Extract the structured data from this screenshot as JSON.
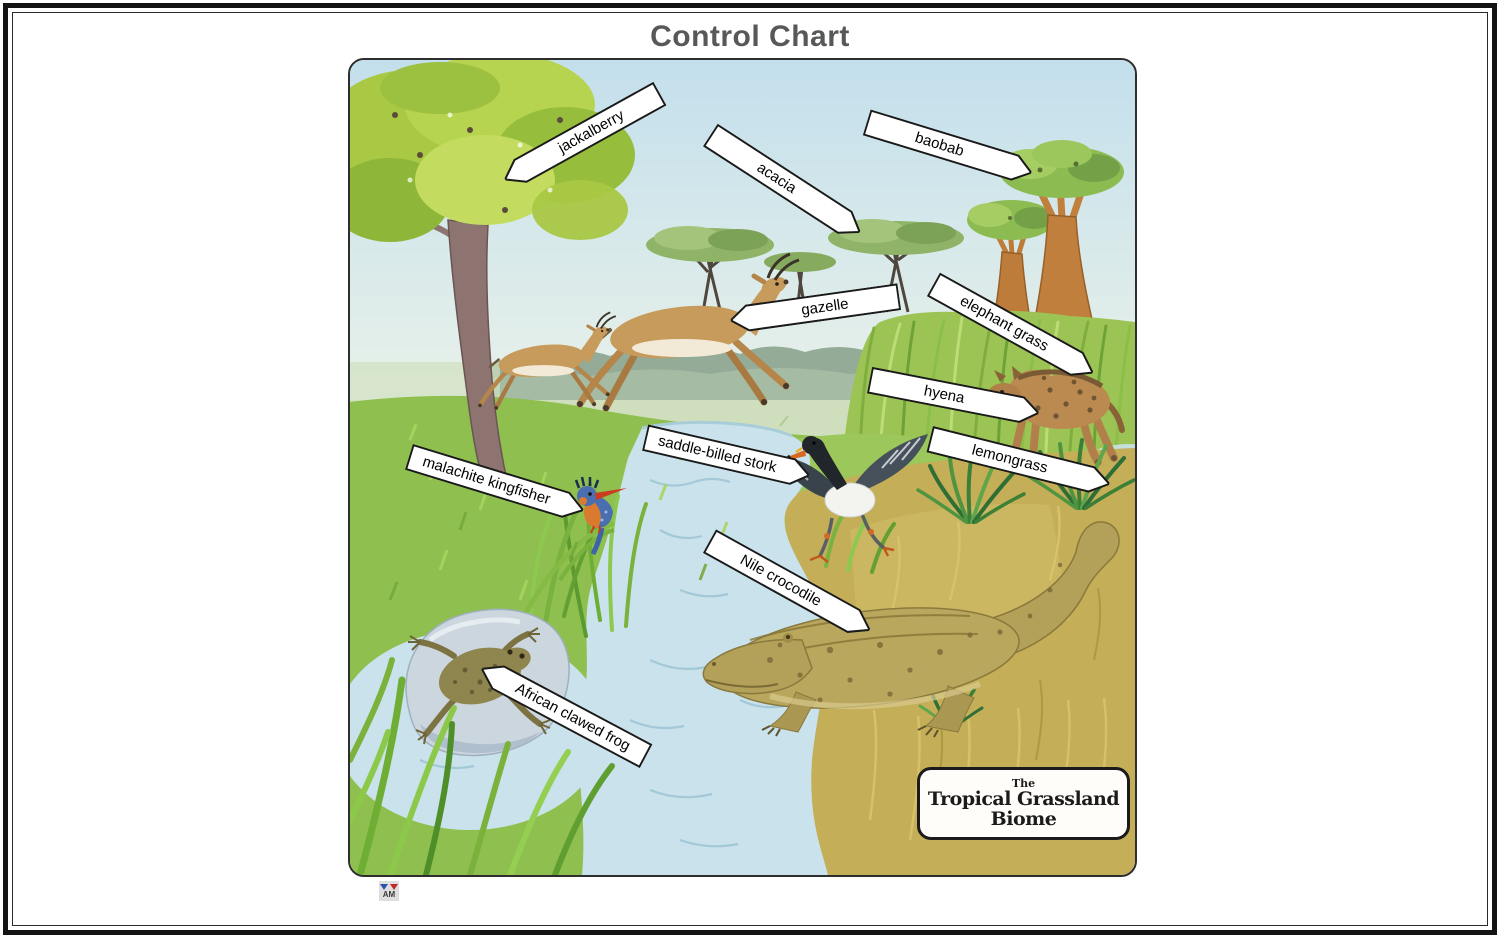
{
  "page": {
    "title": "Control Chart"
  },
  "caption_box": {
    "line1": "The",
    "line2": "Tropical Grassland",
    "line3": "Biome"
  },
  "labels": [
    {
      "text": "jackalberry",
      "points_to": "jackalberry tree"
    },
    {
      "text": "acacia",
      "points_to": "acacia tree"
    },
    {
      "text": "baobab",
      "points_to": "baobab tree"
    },
    {
      "text": "gazelle",
      "points_to": "leaping gazelles"
    },
    {
      "text": "elephant grass",
      "points_to": "tall elephant grass"
    },
    {
      "text": "hyena",
      "points_to": "spotted hyena"
    },
    {
      "text": "saddle-billed stork",
      "points_to": "saddle-billed stork"
    },
    {
      "text": "lemongrass",
      "points_to": "lemongrass clumps"
    },
    {
      "text": "malachite kingfisher",
      "points_to": "malachite kingfisher"
    },
    {
      "text": "Nile crocodile",
      "points_to": "Nile crocodile"
    },
    {
      "text": "African clawed frog",
      "points_to": "African clawed frog on rock"
    }
  ],
  "logo": {
    "text": "AM"
  },
  "colors": {
    "title_text": "#57585a",
    "label_fill": "#ffffff",
    "label_border": "#1a1a1a",
    "panel_border": "#2e2e2e",
    "sky": "#c3dfec",
    "grass_green": "#8fbf4e",
    "grass_gold": "#c4ae57",
    "river": "#c9e2eb"
  }
}
